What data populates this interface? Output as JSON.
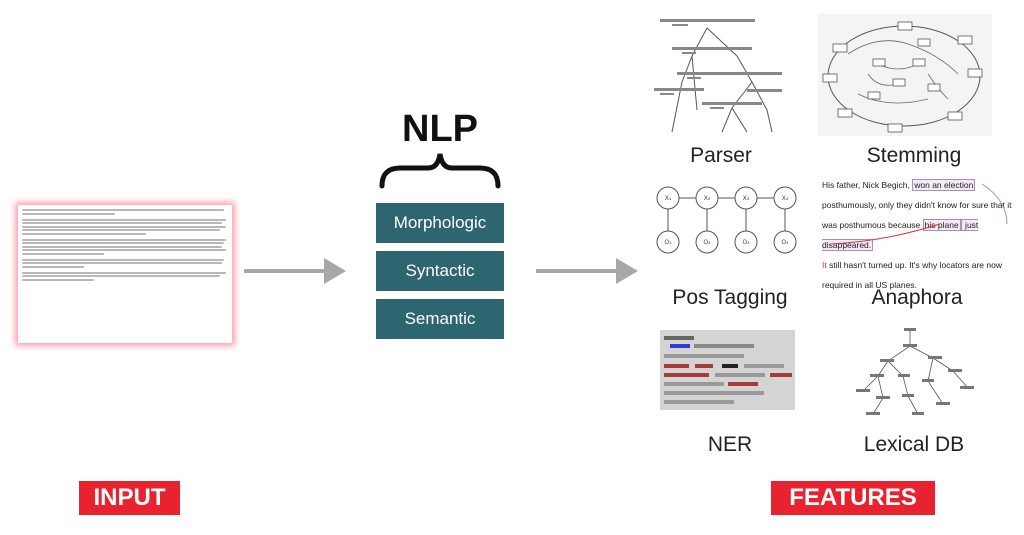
{
  "title": "NLP",
  "layers": [
    "Morphologic",
    "Syntactic",
    "Semantic"
  ],
  "input_label": "INPUT",
  "features_label": "FEATURES",
  "features": [
    {
      "label": "Parser"
    },
    {
      "label": "Stemming"
    },
    {
      "label": "Pos Tagging"
    },
    {
      "label": "Anaphora"
    },
    {
      "label": "NER"
    },
    {
      "label": "Lexical DB"
    }
  ],
  "anaphora": {
    "t1": "His father, Nick Begich, ",
    "h1": "won an election",
    "t2": "posthumously, only they didn't know for sure that it",
    "t3": "was posthumous because ",
    "h2": "his plane",
    "t4": " just disappeared.",
    "t5": "It",
    "t6": " still hasn't turned up. It's why locators are now",
    "t7": "required in all US planes."
  },
  "colors": {
    "box": "#2d6570",
    "badge": "#e8232f",
    "arrow": "#a8a8a8"
  }
}
